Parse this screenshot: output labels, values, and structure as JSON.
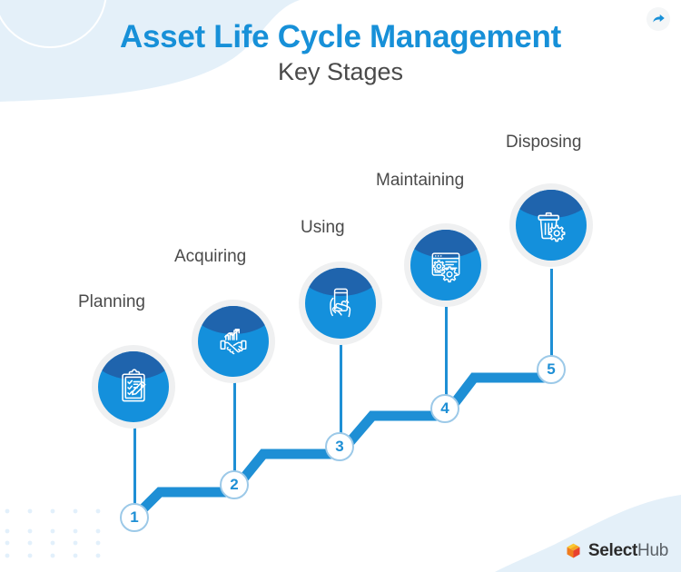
{
  "header": {
    "title": "Asset Life Cycle Management",
    "subtitle": "Key Stages"
  },
  "colors": {
    "brand_blue": "#1790d8",
    "path_blue": "#1e8fd5",
    "bubble_blue": "#1490dc",
    "bubble_arc_dark": "#1f64ad",
    "bubble_ring": "#eff0f1",
    "label_gray": "#4a4a4a",
    "bg_wave": "#e4f0f9",
    "logo_dark": "#2b2b2b",
    "logo_light": "#5a6066",
    "logo_orange": "#f5a623",
    "logo_red": "#e8412e"
  },
  "stages": [
    {
      "number": "1",
      "label": "Planning",
      "icon": "clipboard-checklist-pencil-icon"
    },
    {
      "number": "2",
      "label": "Acquiring",
      "icon": "handshake-growth-chart-icon"
    },
    {
      "number": "3",
      "label": "Using",
      "icon": "hand-holding-phone-tap-icon"
    },
    {
      "number": "4",
      "label": "Maintaining",
      "icon": "browser-window-gears-icon"
    },
    {
      "number": "5",
      "label": "Disposing",
      "icon": "trash-bin-gear-icon"
    }
  ],
  "toolbar": {
    "share_icon": "share-arrow-icon"
  },
  "footer": {
    "logo_icon": "selecthub-cube-icon",
    "logo_bold": "Select",
    "logo_light": "Hub"
  }
}
